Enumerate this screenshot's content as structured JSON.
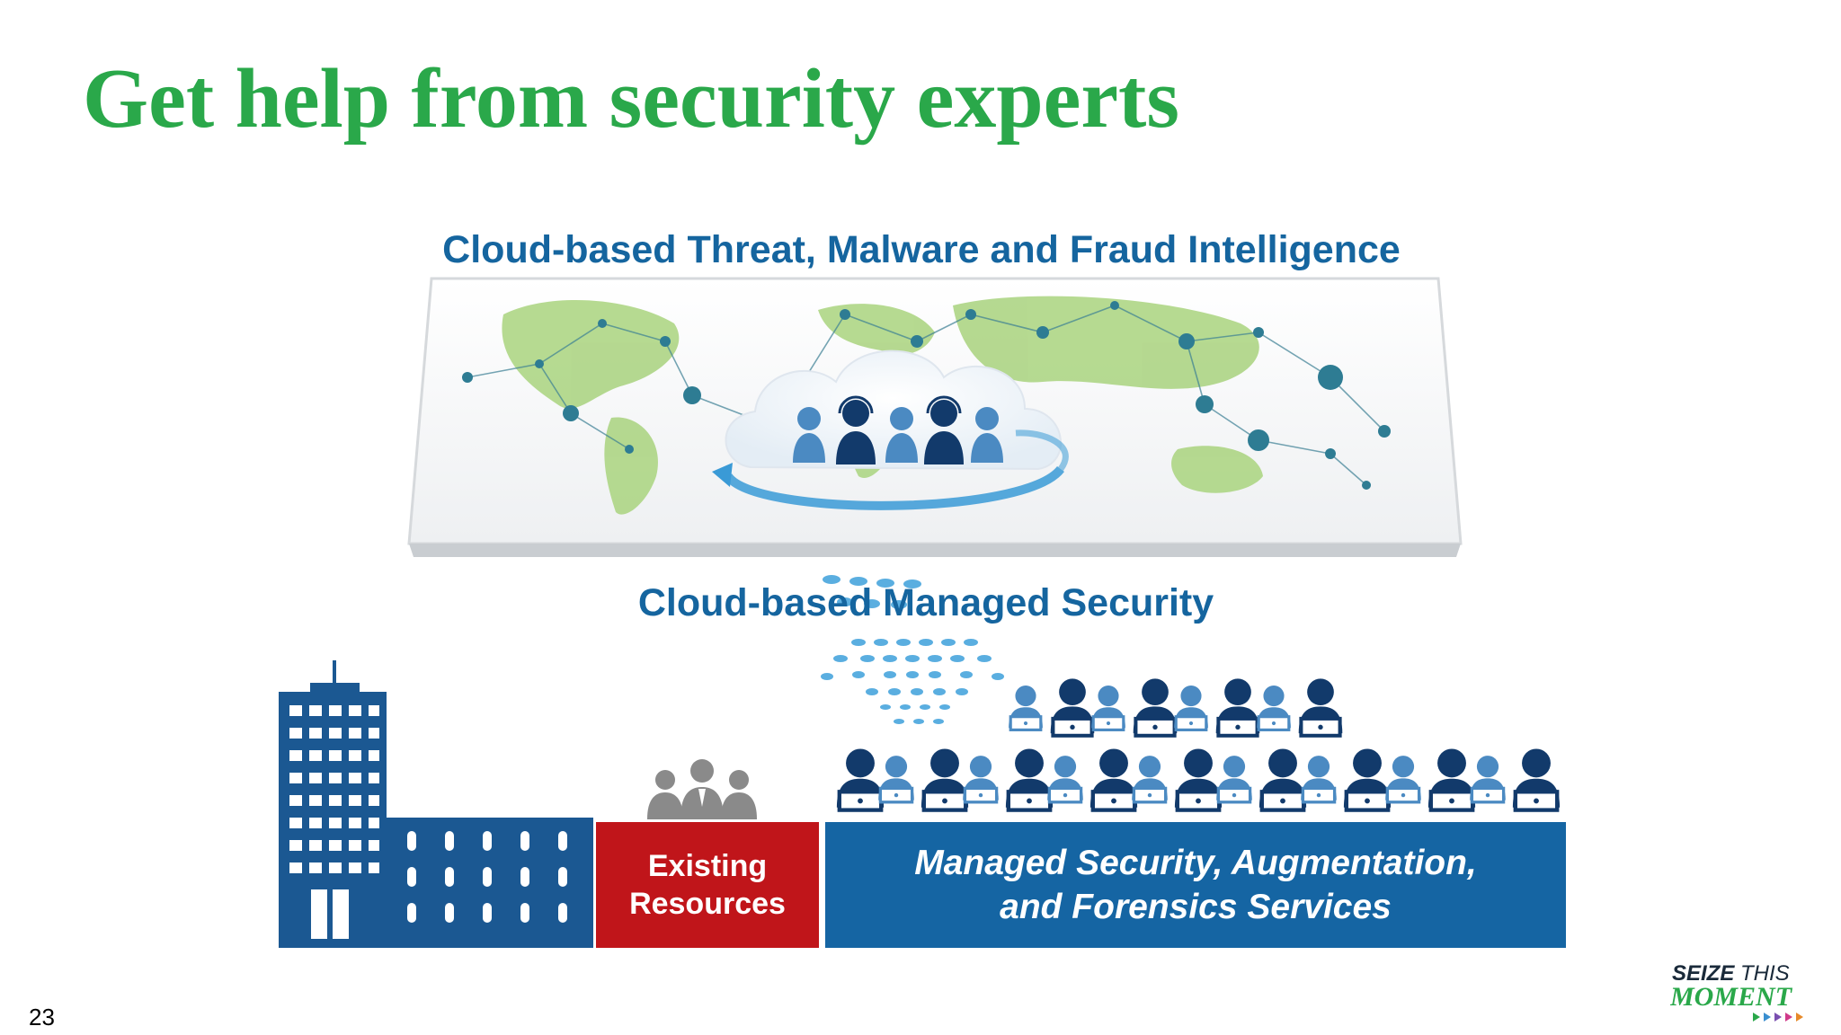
{
  "slide": {
    "title": "Get help from security experts",
    "page_number": "23"
  },
  "diagram": {
    "intel_label": "Cloud-based Threat, Malware and Fraud Intelligence",
    "managed_label": "Cloud-based Managed Security",
    "existing_resources": [
      "Existing",
      "Resources"
    ],
    "services": [
      "Managed Security, Augmentation,",
      "and Forensics Services"
    ]
  },
  "logo": {
    "line1_a": "SEIZE",
    "line1_b": "THIS",
    "line2": "MOMENT"
  },
  "colors": {
    "title_green": "#2aa84a",
    "label_blue": "#15659f",
    "existing_red": "#c0151a",
    "services_blue": "#1565a3",
    "building_blue": "#1b5892",
    "person_dark": "#123a6b",
    "person_light": "#4b8ac2",
    "person_gray": "#8a8a8a",
    "map_green": "#a9d37e",
    "node_teal": "#2e7c93"
  }
}
